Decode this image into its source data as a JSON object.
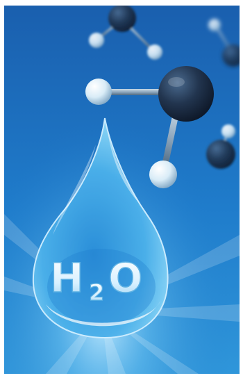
{
  "formula": {
    "h": "H",
    "sub": "2",
    "o": "O"
  },
  "colors": {
    "background_top": "#1a67b5",
    "background_glow": "#6fc4f2",
    "droplet": "#4db2ea",
    "oxygen_atom": "#1b2a44",
    "hydrogen_atom": "#e6f2fa",
    "bond": "#8ea7bd"
  },
  "icons": [
    "water-droplet-icon",
    "water-molecule-icon"
  ]
}
